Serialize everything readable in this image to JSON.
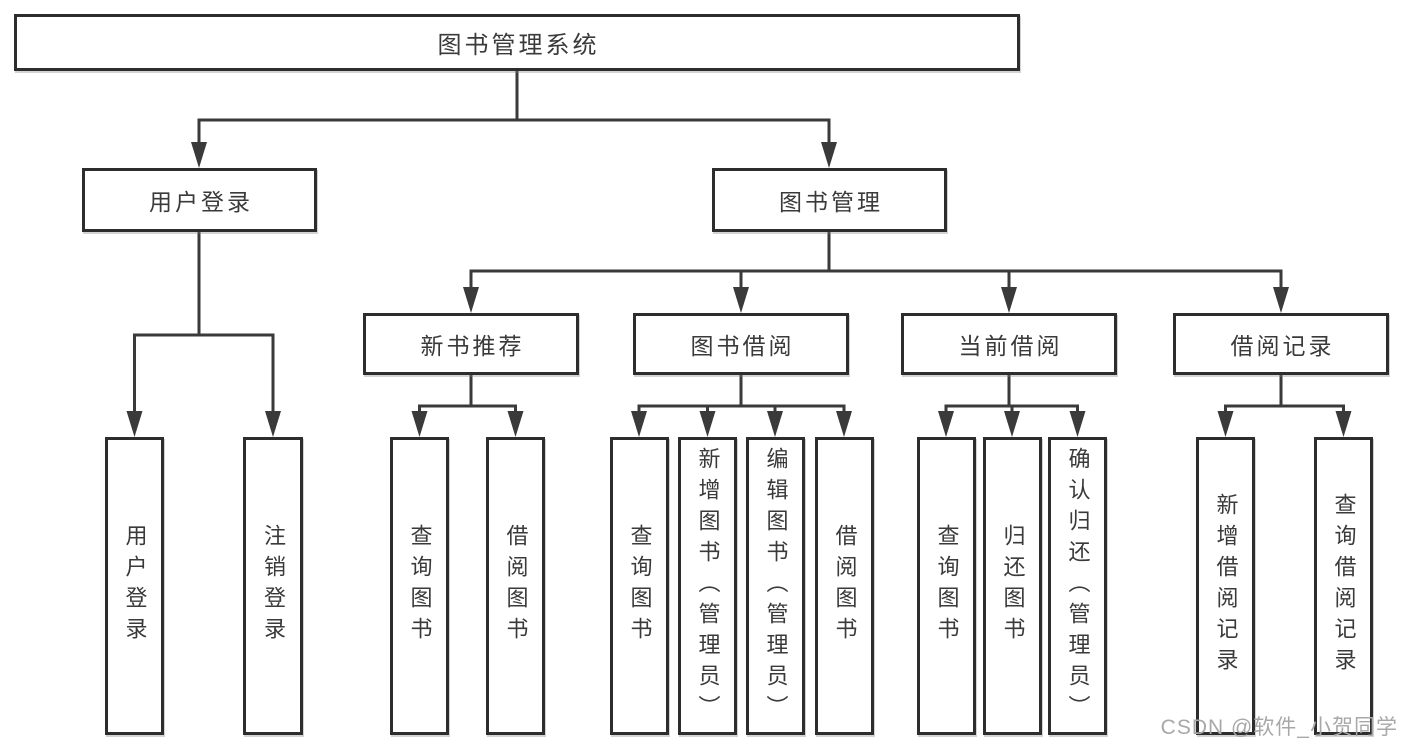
{
  "diagram_title": "图书管理系统",
  "tree": {
    "label": "图书管理系统",
    "children": [
      {
        "label": "用户登录",
        "children": [
          {
            "label": "用户登录"
          },
          {
            "label": "注销登录"
          }
        ]
      },
      {
        "label": "图书管理",
        "children": [
          {
            "label": "新书推荐",
            "children": [
              {
                "label": "查询图书"
              },
              {
                "label": "借阅图书"
              }
            ]
          },
          {
            "label": "图书借阅",
            "children": [
              {
                "label": "查询图书"
              },
              {
                "label": "新增图书（管理员）"
              },
              {
                "label": "编辑图书（管理员）"
              },
              {
                "label": "借阅图书"
              }
            ]
          },
          {
            "label": "当前借阅",
            "children": [
              {
                "label": "查询图书"
              },
              {
                "label": "归还图书"
              },
              {
                "label": "确认归还（管理员）"
              }
            ]
          },
          {
            "label": "借阅记录",
            "children": [
              {
                "label": "新增借阅记录"
              },
              {
                "label": "查询借阅记录"
              }
            ]
          }
        ]
      }
    ]
  },
  "watermark": {
    "text": "CSDN @软件_小贺同学"
  },
  "colors": {
    "line": "#3a3a3a",
    "border": "#2d2d2d",
    "text": "#3a3a3a",
    "watermark": "#a8a8a8",
    "background": "#ffffff"
  }
}
